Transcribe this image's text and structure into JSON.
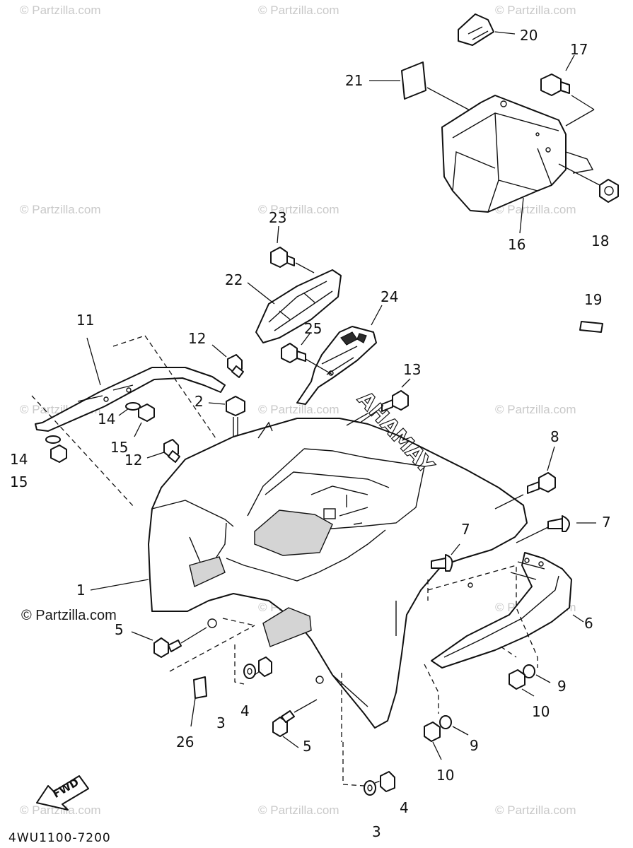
{
  "diagram": {
    "drawing_code": "4WU1100-7200",
    "fwd_label": "FWD",
    "brand_emboss": "YAMAHA",
    "watermark_text": "© Partzilla.com"
  },
  "callouts": [
    {
      "id": "c20",
      "label": "20"
    },
    {
      "id": "c17",
      "label": "17"
    },
    {
      "id": "c21",
      "label": "21"
    },
    {
      "id": "c16",
      "label": "16"
    },
    {
      "id": "c18",
      "label": "18"
    },
    {
      "id": "c23",
      "label": "23"
    },
    {
      "id": "c22",
      "label": "22"
    },
    {
      "id": "c24",
      "label": "24"
    },
    {
      "id": "c25",
      "label": "25"
    },
    {
      "id": "c19",
      "label": "19"
    },
    {
      "id": "c11",
      "label": "11"
    },
    {
      "id": "c12a",
      "label": "12"
    },
    {
      "id": "c13",
      "label": "13"
    },
    {
      "id": "c2",
      "label": "2"
    },
    {
      "id": "c14a",
      "label": "14"
    },
    {
      "id": "c15a",
      "label": "15"
    },
    {
      "id": "c12b",
      "label": "12"
    },
    {
      "id": "c14b",
      "label": "14"
    },
    {
      "id": "c15b",
      "label": "15"
    },
    {
      "id": "c8",
      "label": "8"
    },
    {
      "id": "c7a",
      "label": "7"
    },
    {
      "id": "c7b",
      "label": "7"
    },
    {
      "id": "c1",
      "label": "1"
    },
    {
      "id": "c6",
      "label": "6"
    },
    {
      "id": "c5a",
      "label": "5"
    },
    {
      "id": "c9a",
      "label": "9"
    },
    {
      "id": "c10a",
      "label": "10"
    },
    {
      "id": "c3a",
      "label": "3"
    },
    {
      "id": "c4a",
      "label": "4"
    },
    {
      "id": "c26",
      "label": "26"
    },
    {
      "id": "c5b",
      "label": "5"
    },
    {
      "id": "c9b",
      "label": "9"
    },
    {
      "id": "c10b",
      "label": "10"
    },
    {
      "id": "c4b",
      "label": "4"
    },
    {
      "id": "c3b",
      "label": "3"
    }
  ]
}
